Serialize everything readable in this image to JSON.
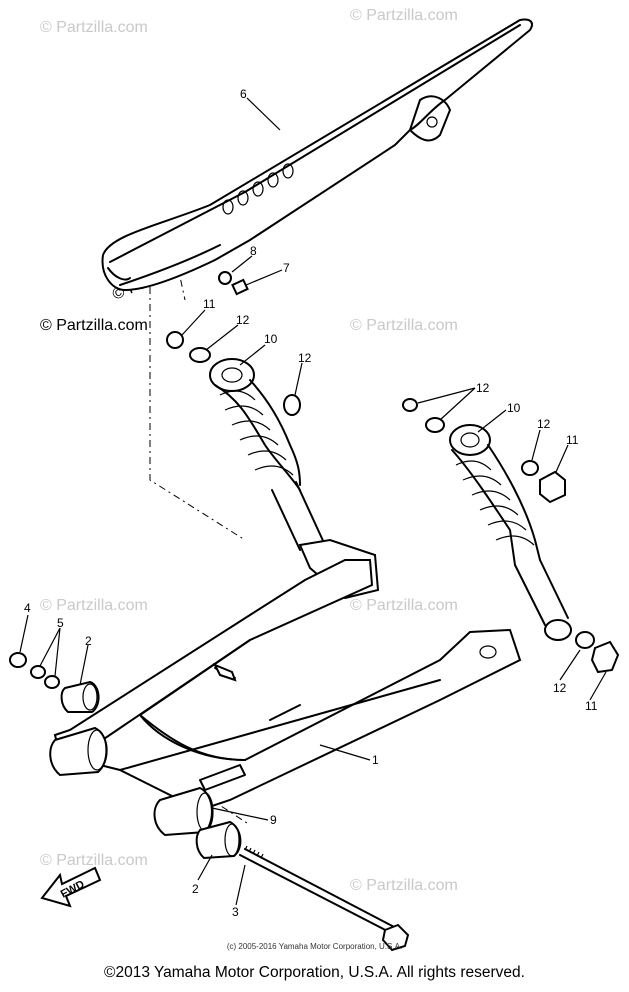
{
  "watermark": {
    "text": "© Partzilla.com"
  },
  "callouts": {
    "swingarm": "1",
    "bushing": "2",
    "shaft": "3",
    "nut": "4",
    "washer": "5",
    "chain_case": "6",
    "bolt": "7",
    "collar": "8",
    "dust_cover": "9",
    "shock": "10",
    "cap_nut": "11",
    "plain_washer": "12"
  },
  "fwd_label": "FWD",
  "copyright_small": "(c) 2005-2016 Yamaha Motor Corporation, U.S.A.",
  "copyright_main": "©2013 Yamaha Motor Corporation, U.S.A. All rights reserved.",
  "colors": {
    "line": "#000000",
    "watermark": "#c9c9c9",
    "background": "#ffffff"
  }
}
